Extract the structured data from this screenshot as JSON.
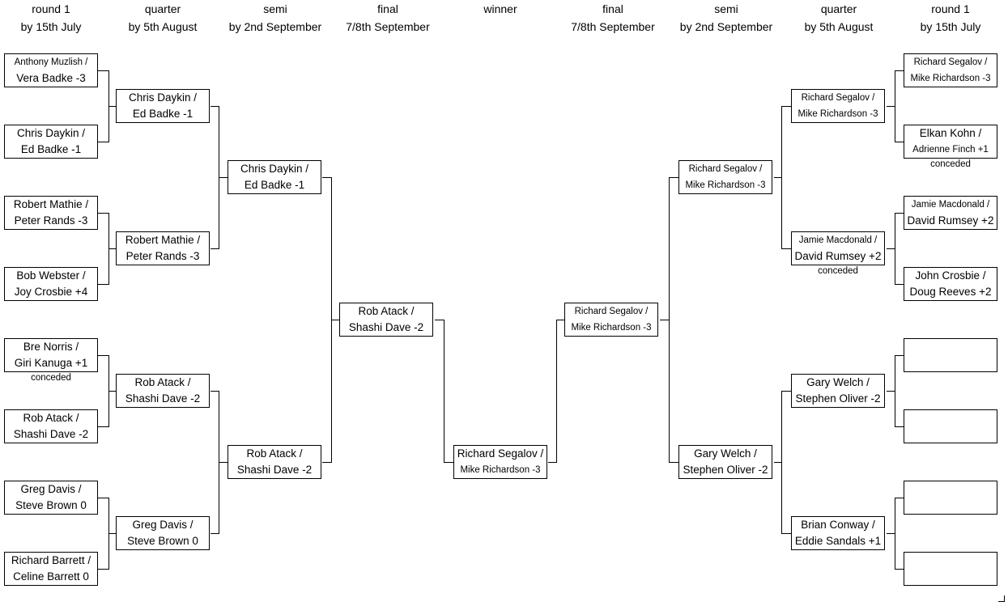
{
  "headers": {
    "left": [
      {
        "line1": "round 1",
        "line2": "by 15th July"
      },
      {
        "line1": "quarter",
        "line2": "by 5th August"
      },
      {
        "line1": "semi",
        "line2": "by 2nd September"
      },
      {
        "line1": "final",
        "line2": "7/8th September"
      }
    ],
    "center": {
      "line1": "winner",
      "line2": ""
    },
    "right": [
      {
        "line1": "final",
        "line2": "7/8th September"
      },
      {
        "line1": "semi",
        "line2": "by 2nd September"
      },
      {
        "line1": "quarter",
        "line2": "by 5th August"
      },
      {
        "line1": "round 1",
        "line2": "by 15th July"
      }
    ]
  },
  "left": {
    "round1": [
      {
        "line1": "Anthony Muzlish /",
        "line2": "Vera Badke -3",
        "note": ""
      },
      {
        "line1": "Chris Daykin /",
        "line2": "Ed Badke -1",
        "note": ""
      },
      {
        "line1": "Robert Mathie /",
        "line2": "Peter Rands -3",
        "note": ""
      },
      {
        "line1": "Bob Webster /",
        "line2": "Joy Crosbie +4",
        "note": ""
      },
      {
        "line1": "Bre Norris /",
        "line2": "Giri Kanuga +1",
        "note": "conceded"
      },
      {
        "line1": "Rob Atack /",
        "line2": "Shashi Dave -2",
        "note": ""
      },
      {
        "line1": "Greg Davis /",
        "line2": "Steve Brown 0",
        "note": ""
      },
      {
        "line1": "Richard Barrett /",
        "line2": "Celine Barrett 0",
        "note": ""
      }
    ],
    "quarter": [
      {
        "line1": "Chris Daykin /",
        "line2": "Ed Badke -1"
      },
      {
        "line1": "Robert Mathie /",
        "line2": "Peter Rands -3"
      },
      {
        "line1": "Rob Atack /",
        "line2": "Shashi Dave -2"
      },
      {
        "line1": "Greg Davis /",
        "line2": "Steve Brown 0"
      }
    ],
    "semi": [
      {
        "line1": "Chris Daykin /",
        "line2": "Ed Badke -1"
      },
      {
        "line1": "Rob Atack /",
        "line2": "Shashi Dave -2"
      }
    ],
    "final": {
      "line1": "Rob Atack /",
      "line2": "Shashi Dave -2"
    }
  },
  "winner": {
    "line1": "Richard Segalov /",
    "line2": "Mike Richardson -3"
  },
  "right": {
    "final": {
      "line1": "Richard Segalov /",
      "line2": "Mike Richardson -3"
    },
    "semi": [
      {
        "line1": "Richard Segalov /",
        "line2": "Mike Richardson -3"
      },
      {
        "line1": "Gary Welch /",
        "line2": "Stephen Oliver -2"
      }
    ],
    "quarter": [
      {
        "line1": "Richard Segalov /",
        "line2": "Mike Richardson -3",
        "note": ""
      },
      {
        "line1": "Jamie Macdonald /",
        "line2": "David Rumsey +2",
        "note": "conceded"
      },
      {
        "line1": "Gary Welch /",
        "line2": "Stephen Oliver -2",
        "note": ""
      },
      {
        "line1": "Brian Conway /",
        "line2": "Eddie Sandals +1",
        "note": ""
      }
    ],
    "round1": [
      {
        "line1": "Richard Segalov /",
        "line2": "Mike Richardson -3",
        "note": ""
      },
      {
        "line1": "Elkan Kohn /",
        "line2": "Adrienne Finch +1",
        "note": "conceded"
      },
      {
        "line1": "Jamie Macdonald /",
        "line2": "David Rumsey +2",
        "note": ""
      },
      {
        "line1": "John Crosbie /",
        "line2": "Doug Reeves +2",
        "note": ""
      },
      {
        "line1": "",
        "line2": "",
        "note": ""
      },
      {
        "line1": "",
        "line2": "",
        "note": ""
      },
      {
        "line1": "",
        "line2": "",
        "note": ""
      },
      {
        "line1": "",
        "line2": "",
        "note": ""
      }
    ]
  }
}
